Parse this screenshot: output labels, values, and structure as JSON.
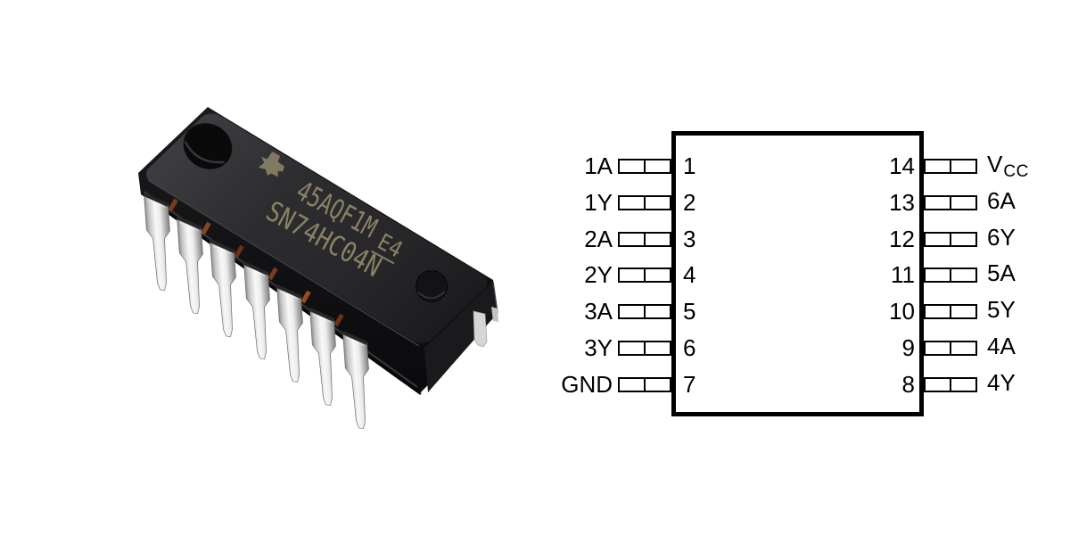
{
  "figure": {
    "left_panel": {
      "type": "photo",
      "component": "DIP-14 through-hole IC package",
      "marking_line1": "45AQF1M",
      "marking_line1_suffix": "E4",
      "marking_line2": "SN74HC04N",
      "logo": "texas-instruments-logo",
      "colors": {
        "body": "#2b2b2e",
        "marking": "#8f8668",
        "pin": "#ededed"
      }
    },
    "right_panel": {
      "type": "pinout-diagram",
      "line_color": "#000000",
      "left_pins": [
        {
          "label": "1A",
          "number": "1"
        },
        {
          "label": "1Y",
          "number": "2"
        },
        {
          "label": "2A",
          "number": "3"
        },
        {
          "label": "2Y",
          "number": "4"
        },
        {
          "label": "3A",
          "number": "5"
        },
        {
          "label": "3Y",
          "number": "6"
        },
        {
          "label": "GND",
          "number": "7"
        }
      ],
      "right_pins": [
        {
          "label_main": "V",
          "label_sub": "CC",
          "number": "14"
        },
        {
          "label_main": "6A",
          "label_sub": "",
          "number": "13"
        },
        {
          "label_main": "6Y",
          "label_sub": "",
          "number": "12"
        },
        {
          "label_main": "5A",
          "label_sub": "",
          "number": "11"
        },
        {
          "label_main": "5Y",
          "label_sub": "",
          "number": "10"
        },
        {
          "label_main": "4A",
          "label_sub": "",
          "number": "9"
        },
        {
          "label_main": "4Y",
          "label_sub": "",
          "number": "8"
        }
      ]
    }
  }
}
